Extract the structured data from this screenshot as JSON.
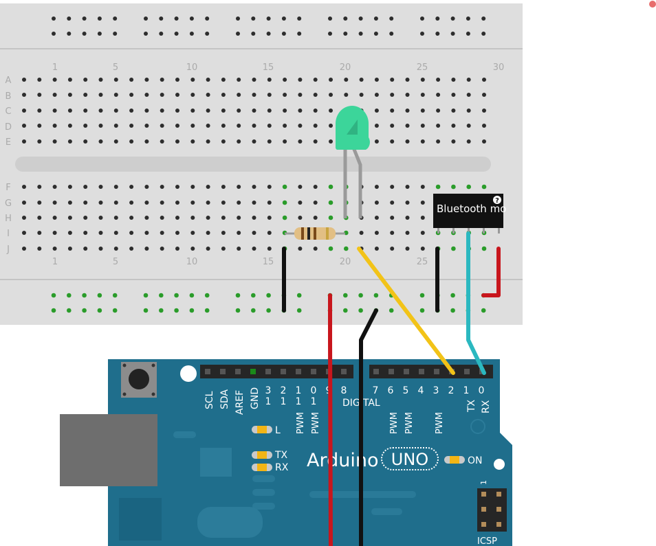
{
  "breadboard": {
    "column_numbers": [
      "1",
      "5",
      "10",
      "15",
      "20",
      "25",
      "30"
    ],
    "row_letters_top": [
      "A",
      "B",
      "C",
      "D",
      "E"
    ],
    "row_letters_bottom": [
      "F",
      "G",
      "H",
      "I",
      "J"
    ]
  },
  "bluetooth_module": {
    "label": "Bluetooth mo",
    "help_glyph": "?"
  },
  "arduino": {
    "brand": "Arduino",
    "model": "UNO",
    "on_label": "ON",
    "led_l": "L",
    "led_tx": "TX",
    "led_rx": "RX",
    "icsp": "ICSP",
    "icsp_pin1": "1",
    "digital_label": "DIGITAL",
    "header_labels": [
      "SCL",
      "SDA",
      "AREF",
      "GND"
    ],
    "pin_numbers": [
      "3\n1",
      "2\n1",
      "1\n1",
      "0\n1",
      "9",
      "8",
      "7",
      "6",
      "5",
      "4",
      "3",
      "2",
      "1",
      "0"
    ],
    "pwm_label": "PWM",
    "tx_rx": [
      "TX",
      "RX"
    ]
  },
  "colors": {
    "breadboard": "#dddddd",
    "arduino_board": "#1f6e8c",
    "led": "#3cd59a",
    "wire_red": "#c8161d",
    "wire_black": "#222222",
    "wire_yellow": "#f2c318",
    "wire_cyan": "#2bb8c0"
  }
}
